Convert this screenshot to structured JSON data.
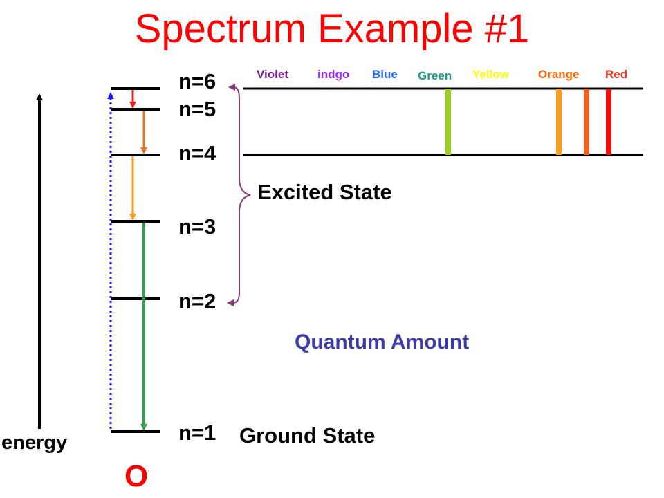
{
  "title": "Spectrum Example #1",
  "levels": {
    "n6": "n=6",
    "n5": "n=5",
    "n4": "n=4",
    "n3": "n=3",
    "n2": "n=2",
    "n1": "n=1"
  },
  "colors": {
    "violet": "Violet",
    "indigo": "indgo",
    "blue": "Blue",
    "green": "Green",
    "yellow": "Yellow",
    "orange": "Orange",
    "red": "Red"
  },
  "color_hex": {
    "title": "#ff0000",
    "violet": "#7a1fa0",
    "indigo": "#a020f0",
    "blue": "#1a6aff",
    "green": "#1a9e8a",
    "yellow": "#ffff00",
    "orange": "#ff6600",
    "red": "#e8341c",
    "quantum": "#3a3aa8"
  },
  "labels": {
    "excited_state": "Excited State",
    "ground_state": "Ground State",
    "quantum_amount": "Quantum Amount",
    "energy": "energy",
    "element": "O"
  }
}
